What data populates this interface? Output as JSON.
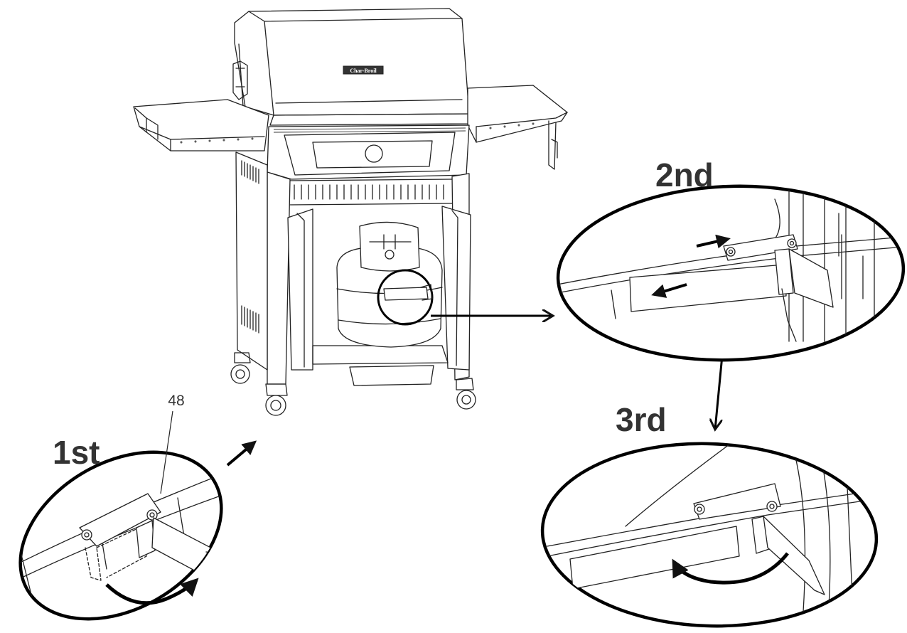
{
  "steps": {
    "first": "1st",
    "second": "2nd",
    "third": "3rd"
  },
  "callout_number": "48",
  "brand_text": "Char-Broil",
  "colors": {
    "line": "#222222",
    "label": "#333333",
    "background": "#ffffff"
  }
}
